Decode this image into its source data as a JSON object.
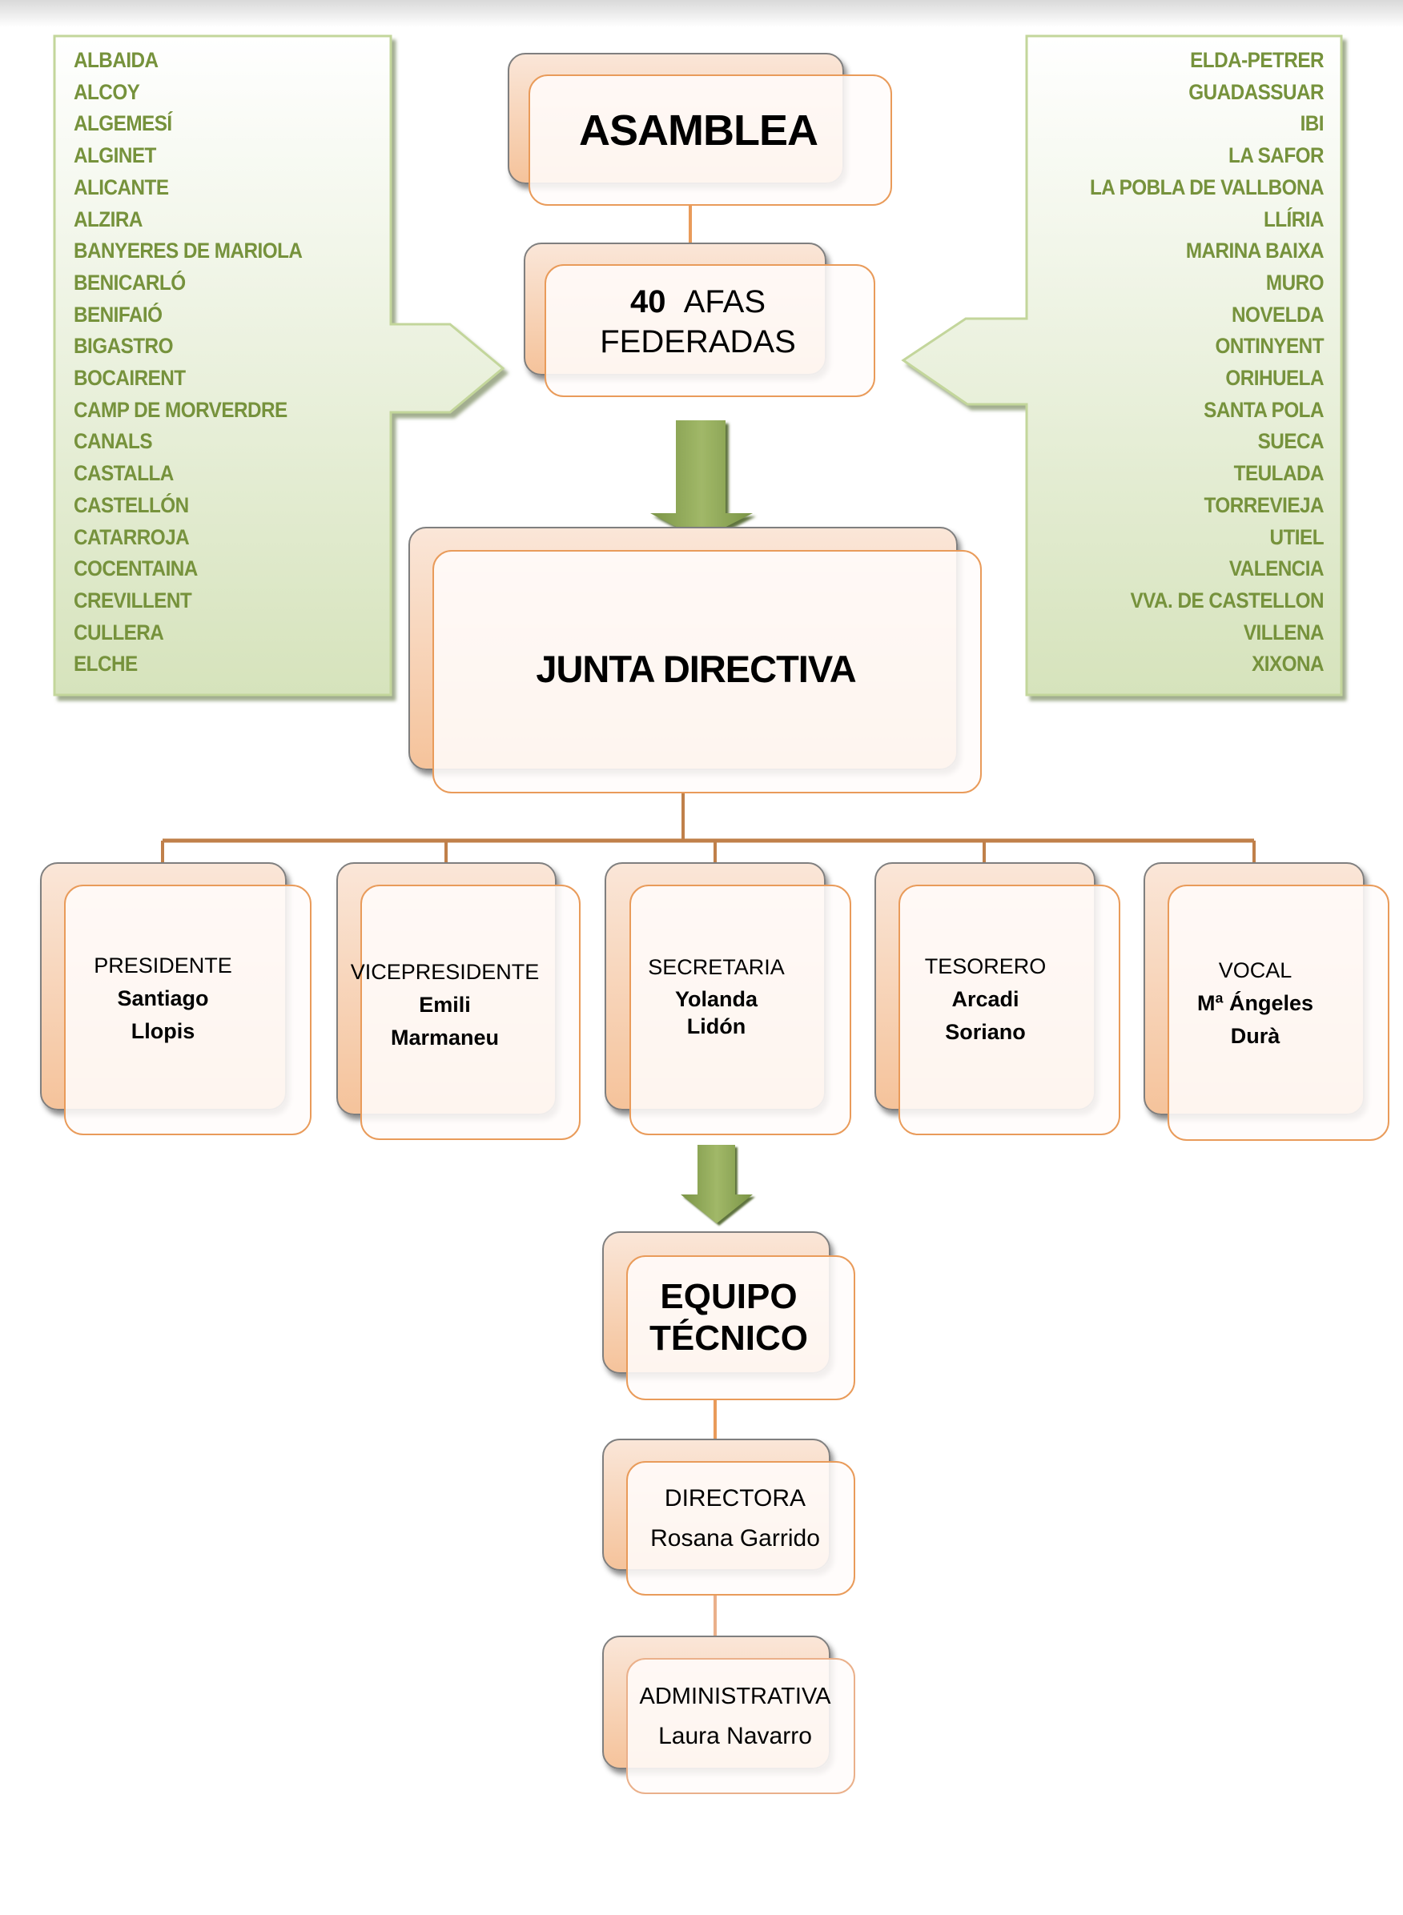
{
  "diagram": {
    "title": "Organigrama",
    "assembly": {
      "label": "ASAMBLEA"
    },
    "federated": {
      "count": "40",
      "label_line1": "AFAS",
      "label_line2": "FEDERADAS"
    },
    "board": {
      "label": "JUNTA DIRECTIVA"
    },
    "afas_left": [
      "ALBAIDA",
      "ALCOY",
      "ALGEMESÍ",
      "ALGINET",
      "ALICANTE",
      "ALZIRA",
      "BANYERES DE MARIOLA",
      "BENICARLÓ",
      "BENIFAIÓ",
      "BIGASTRO",
      "BOCAIRENT",
      "CAMP DE MORVERDRE",
      "CANALS",
      "CASTALLA",
      "CASTELLÓN",
      "CATARROJA",
      "COCENTAINA",
      "CREVILLENT",
      "CULLERA",
      "ELCHE"
    ],
    "afas_right": [
      "ELDA-PETRER",
      "GUADASSUAR",
      "IBI",
      "LA SAFOR",
      "LA POBLA DE VALLBONA",
      "LLÍRIA",
      "MARINA BAIXA",
      "MURO",
      "NOVELDA",
      "ONTINYENT",
      "ORIHUELA",
      "SANTA POLA",
      "SUECA",
      "TEULADA",
      "TORREVIEJA",
      "UTIEL",
      "VALENCIA",
      "VVA. DE CASTELLON",
      "VILLENA",
      "XIXONA"
    ],
    "board_members": [
      {
        "role": "PRESIDENTE",
        "name_line1": "Santiago",
        "name_line2": "Llopis"
      },
      {
        "role": "VICEPRESIDENTE",
        "name_line1": "Emili",
        "name_line2": "Marmaneu"
      },
      {
        "role": "SECRETARIA",
        "name_line1": "Yolanda",
        "name_line2": "Lidón"
      },
      {
        "role": "TESORERO",
        "name_line1": "Arcadi",
        "name_line2": "Soriano"
      },
      {
        "role": "VOCAL",
        "name_line1": "Mª Ángeles",
        "name_line2": "Durà"
      }
    ],
    "technical_team": {
      "label_line1": "EQUIPO",
      "label_line2": "TÉCNICO",
      "staff": [
        {
          "role": "DIRECTORA",
          "name": "Rosana Garrido"
        },
        {
          "role": "ADMINISTRATIVA",
          "name": "Laura Navarro"
        }
      ]
    },
    "colors": {
      "list_text": "#76923c",
      "list_panel": "#d8e4bc",
      "arrow_green": "#7f9a48",
      "connector": "#c0804a",
      "card_border": "#e99b5a",
      "card_back": "#f5c39b"
    }
  }
}
